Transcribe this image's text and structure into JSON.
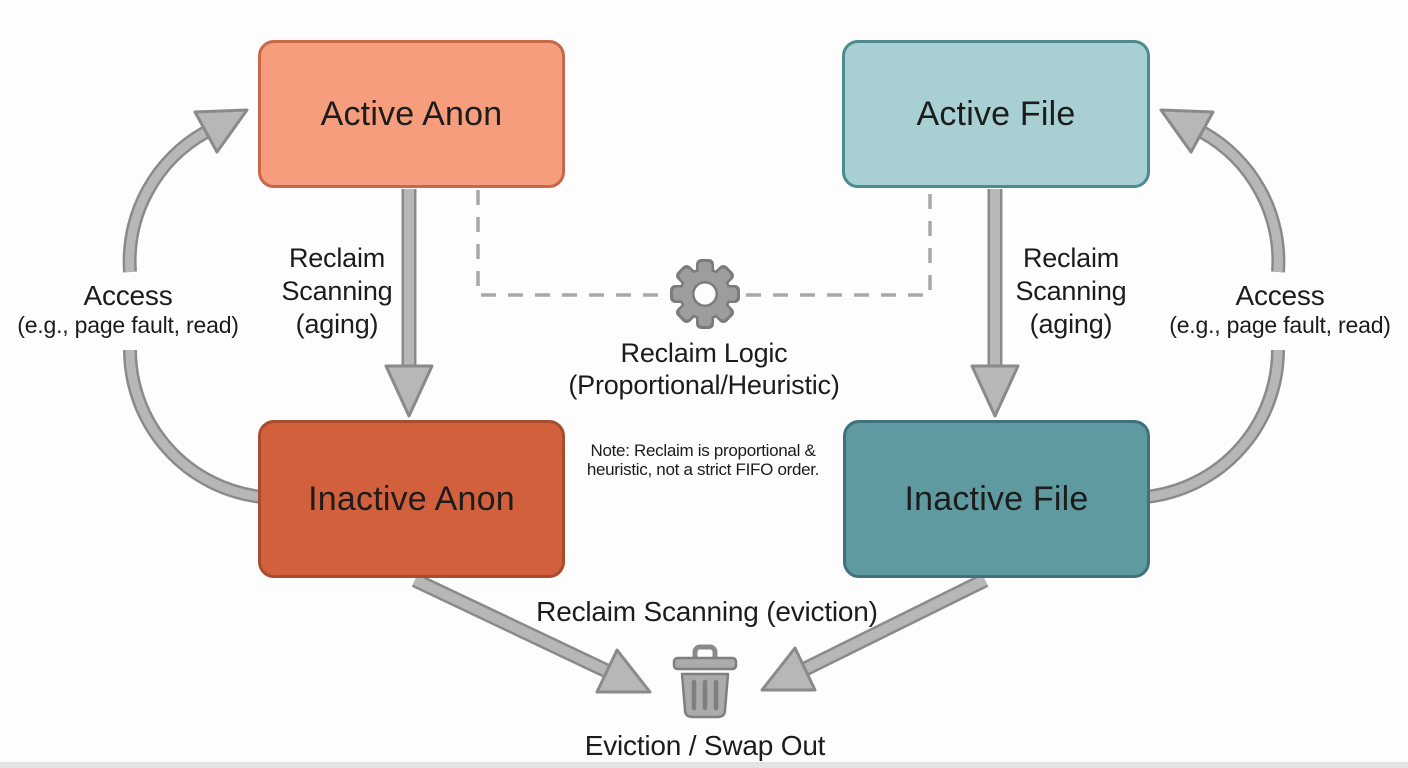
{
  "diagram": {
    "background": "#fdfdfd",
    "text_color": "#1c1c1c",
    "nodes": [
      {
        "id": "active-anon",
        "label": "Active Anon",
        "fill": "#f59d7d",
        "border": "#c8684a"
      },
      {
        "id": "active-file",
        "label": "Active File",
        "fill": "#a8d0d2",
        "border": "#4f8a90"
      },
      {
        "id": "inactive-anon",
        "label": "Inactive Anon",
        "fill": "#d2603c",
        "border": "#a84c2e"
      },
      {
        "id": "inactive-file",
        "label": "Inactive File",
        "fill": "#5f9aa1",
        "border": "#3f727b"
      }
    ],
    "edge_labels": {
      "access_left": {
        "line1": "Access",
        "line2": "(e.g., page fault, read)"
      },
      "access_right": {
        "line1": "Access",
        "line2": "(e.g., page fault, read)"
      },
      "aging_left": {
        "line1": "Reclaim",
        "line2": "Scanning",
        "line3": "(aging)"
      },
      "aging_right": {
        "line1": "Reclaim",
        "line2": "Scanning",
        "line3": "(aging)"
      },
      "reclaim_logic": {
        "line1": "Reclaim Logic",
        "line2": "(Proportional/Heuristic)"
      },
      "note": {
        "line1": "Note: Reclaim is proportional &",
        "line2": "heuristic, not a strict FIFO order."
      },
      "eviction_scanning": "Reclaim Scanning (eviction)",
      "eviction_swap_out": "Eviction / Swap Out"
    },
    "icons": [
      {
        "name": "gear-icon",
        "meaning": "reclaim logic engine"
      },
      {
        "name": "trash-icon",
        "meaning": "eviction / swap out"
      }
    ],
    "colors": {
      "arrow_fill": "#b7b7b7",
      "arrow_outline": "#8a8a8a",
      "dashed_line": "#a8a8a8",
      "gear_fill": "#9d9d9d",
      "gear_outline": "#7b7b7b",
      "trash_fill": "#ababab",
      "trash_outline": "#7f7f7f"
    }
  }
}
